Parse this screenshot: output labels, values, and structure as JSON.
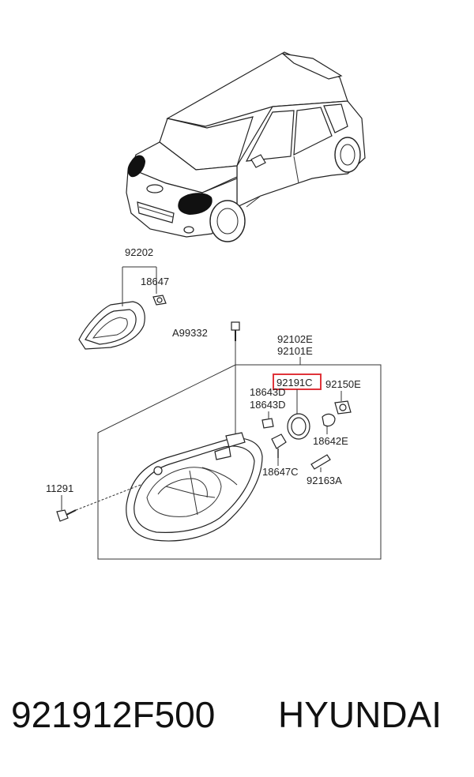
{
  "labels": {
    "assembly_left": "92202",
    "bulb_small": "18647",
    "screw_top": "A99332",
    "housing_rh": "92102E",
    "housing_lh": "92101E",
    "highlighted": "92191C",
    "socket": "92150E",
    "bulb_d1": "18643D",
    "bulb_d2": "18643D",
    "bulb_e": "18642E",
    "bulb_c": "18647C",
    "bulb_a": "92163A",
    "bolt": "11291"
  },
  "caption": {
    "part_number": "921912F500",
    "brand": "HYUNDAI"
  },
  "colors": {
    "highlight": "#e0343a",
    "line": "#333333"
  }
}
